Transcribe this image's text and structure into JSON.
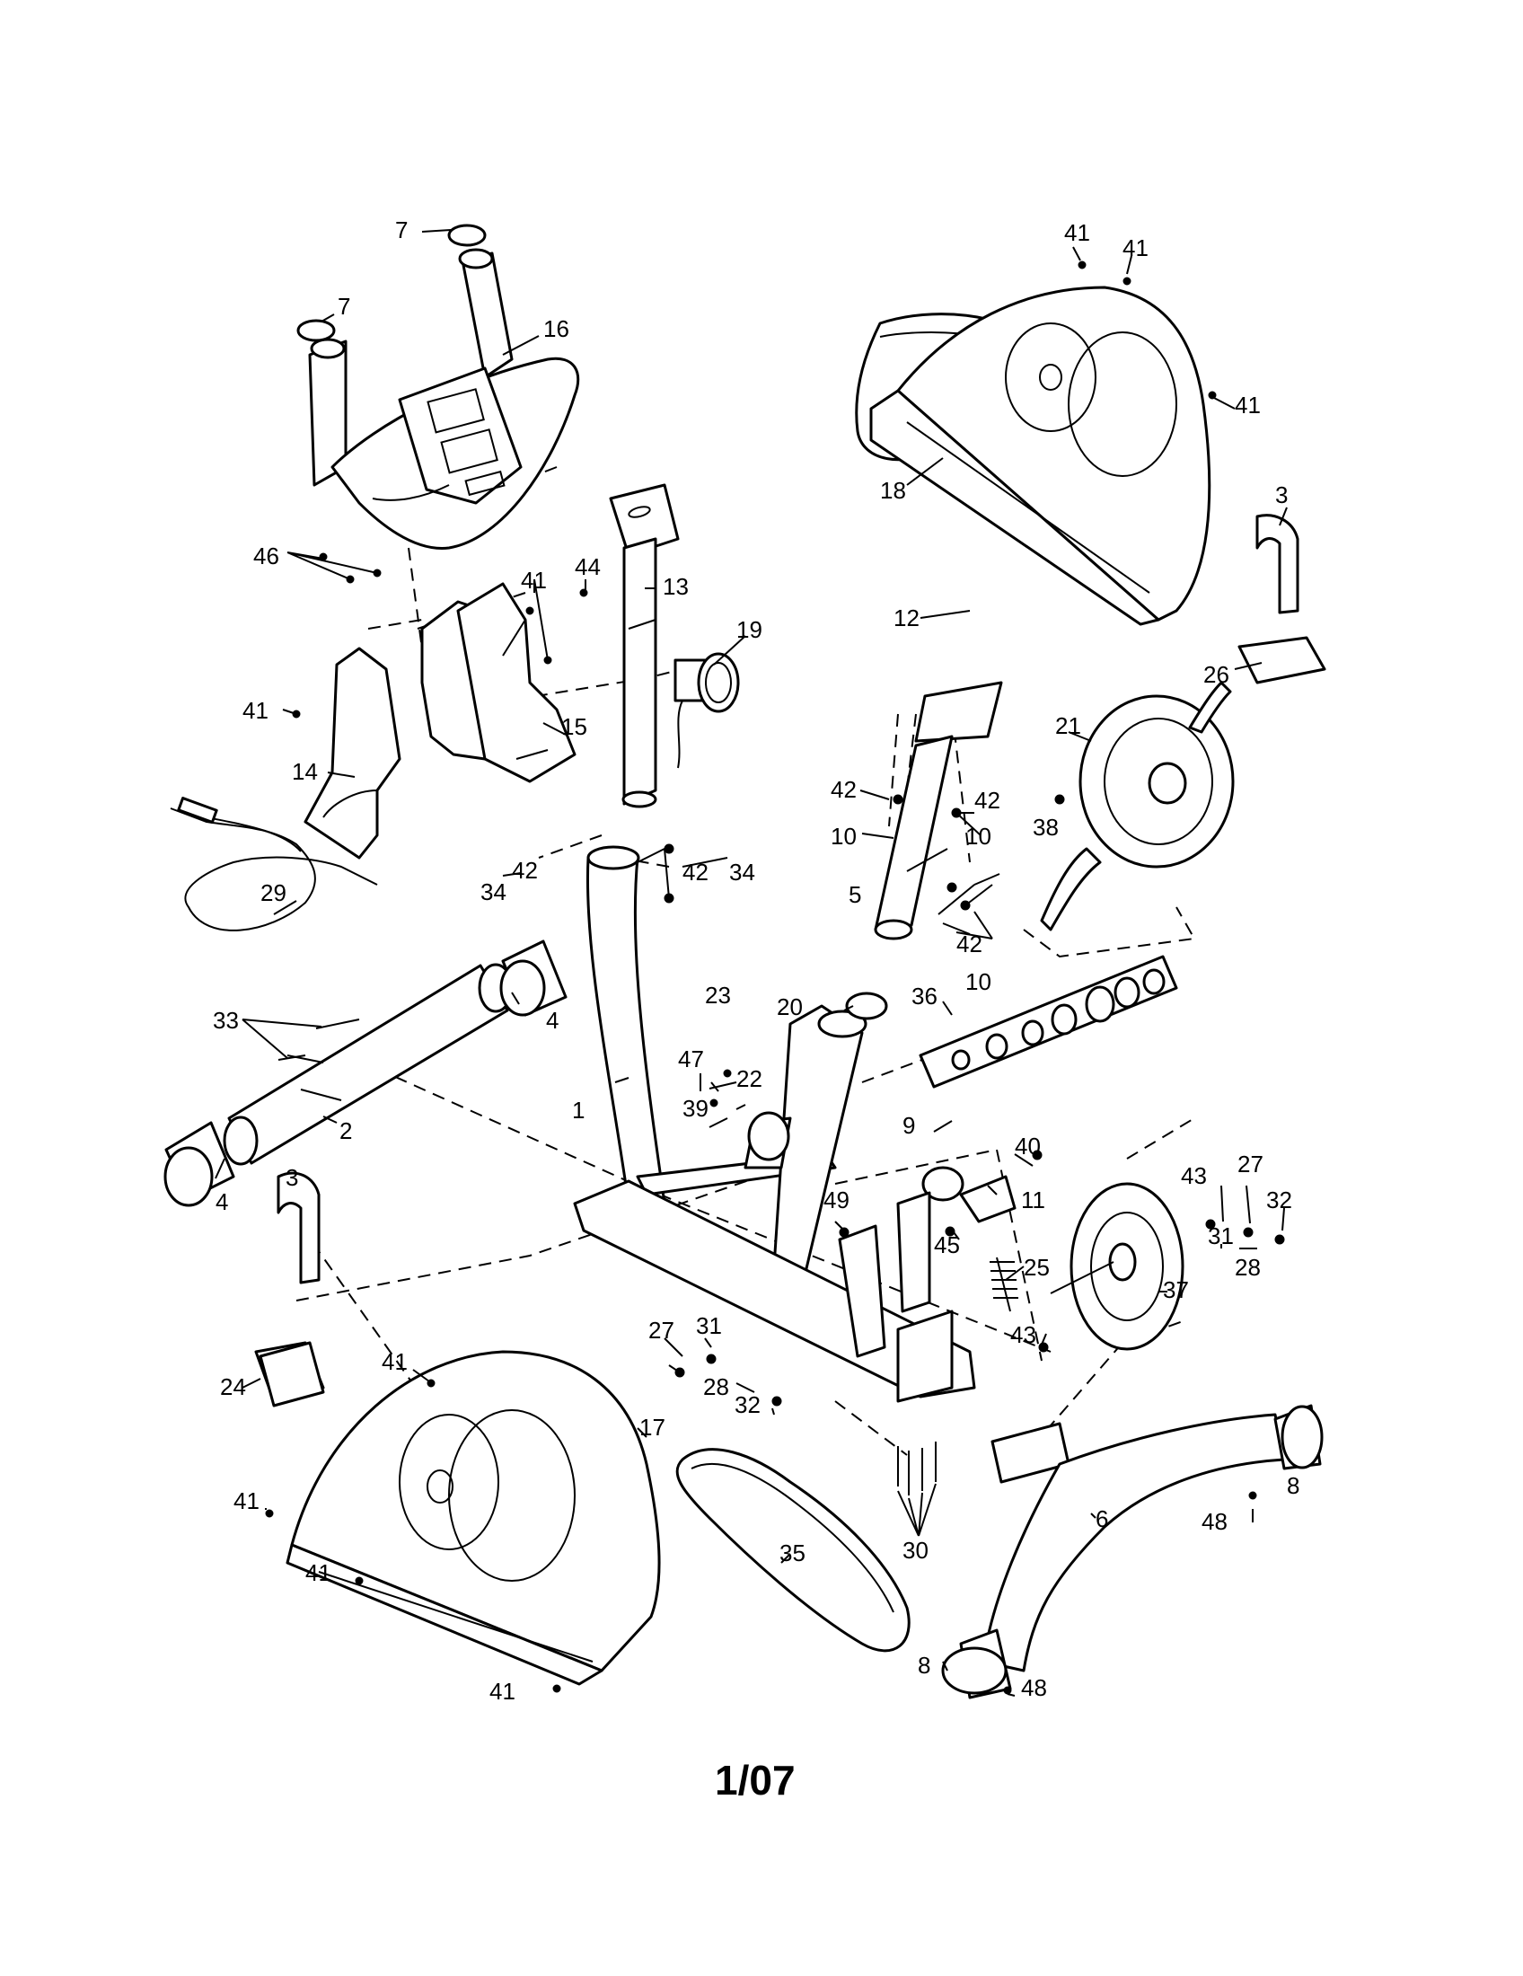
{
  "page_number": "1/07",
  "callouts": [
    {
      "id": "c7a",
      "text": "7"
    },
    {
      "id": "c7b",
      "text": "7"
    },
    {
      "id": "c16",
      "text": "16"
    },
    {
      "id": "c41a",
      "text": "41"
    },
    {
      "id": "c41b",
      "text": "41"
    },
    {
      "id": "c41c",
      "text": "41"
    },
    {
      "id": "c18",
      "text": "18"
    },
    {
      "id": "c3a",
      "text": "3"
    },
    {
      "id": "c13",
      "text": "13"
    },
    {
      "id": "c44",
      "text": "44"
    },
    {
      "id": "c46",
      "text": "46"
    },
    {
      "id": "c41d",
      "text": "41"
    },
    {
      "id": "c19",
      "text": "19"
    },
    {
      "id": "c12",
      "text": "12"
    },
    {
      "id": "c26",
      "text": "26"
    },
    {
      "id": "c21",
      "text": "21"
    },
    {
      "id": "c41e",
      "text": "41"
    },
    {
      "id": "c15",
      "text": "15"
    },
    {
      "id": "c14",
      "text": "14"
    },
    {
      "id": "c42a",
      "text": "42"
    },
    {
      "id": "c42b",
      "text": "42"
    },
    {
      "id": "c10a",
      "text": "10"
    },
    {
      "id": "c10b",
      "text": "10"
    },
    {
      "id": "c38",
      "text": "38"
    },
    {
      "id": "c29",
      "text": "29"
    },
    {
      "id": "c42c",
      "text": "42"
    },
    {
      "id": "c34a",
      "text": "34"
    },
    {
      "id": "c42d",
      "text": "42"
    },
    {
      "id": "c34b",
      "text": "34"
    },
    {
      "id": "c5",
      "text": "5"
    },
    {
      "id": "c42e",
      "text": "42"
    },
    {
      "id": "c10c",
      "text": "10"
    },
    {
      "id": "c23",
      "text": "23"
    },
    {
      "id": "c20",
      "text": "20"
    },
    {
      "id": "c4a",
      "text": "4"
    },
    {
      "id": "c33",
      "text": "33"
    },
    {
      "id": "c36",
      "text": "36"
    },
    {
      "id": "c47",
      "text": "47"
    },
    {
      "id": "c22",
      "text": "22"
    },
    {
      "id": "c1",
      "text": "1"
    },
    {
      "id": "c39",
      "text": "39"
    },
    {
      "id": "c2",
      "text": "2"
    },
    {
      "id": "c9",
      "text": "9"
    },
    {
      "id": "c40",
      "text": "40"
    },
    {
      "id": "c4b",
      "text": "4"
    },
    {
      "id": "c3b",
      "text": "3"
    },
    {
      "id": "c49",
      "text": "49"
    },
    {
      "id": "c11",
      "text": "11"
    },
    {
      "id": "c43a",
      "text": "43"
    },
    {
      "id": "c27a",
      "text": "27"
    },
    {
      "id": "c32a",
      "text": "32"
    },
    {
      "id": "c45",
      "text": "45"
    },
    {
      "id": "c25",
      "text": "25"
    },
    {
      "id": "c31a",
      "text": "31"
    },
    {
      "id": "c28a",
      "text": "28"
    },
    {
      "id": "c37",
      "text": "37"
    },
    {
      "id": "c43b",
      "text": "43"
    },
    {
      "id": "c31b",
      "text": "31"
    },
    {
      "id": "c27b",
      "text": "27"
    },
    {
      "id": "c24",
      "text": "24"
    },
    {
      "id": "c41f",
      "text": "41"
    },
    {
      "id": "c28b",
      "text": "28"
    },
    {
      "id": "c32b",
      "text": "32"
    },
    {
      "id": "c17",
      "text": "17"
    },
    {
      "id": "c8a",
      "text": "8"
    },
    {
      "id": "c41g",
      "text": "41"
    },
    {
      "id": "c48a",
      "text": "48"
    },
    {
      "id": "c6",
      "text": "6"
    },
    {
      "id": "c41h",
      "text": "41"
    },
    {
      "id": "c30",
      "text": "30"
    },
    {
      "id": "c35",
      "text": "35"
    },
    {
      "id": "c8b",
      "text": "8"
    },
    {
      "id": "c48b",
      "text": "48"
    },
    {
      "id": "c41i",
      "text": "41"
    }
  ]
}
